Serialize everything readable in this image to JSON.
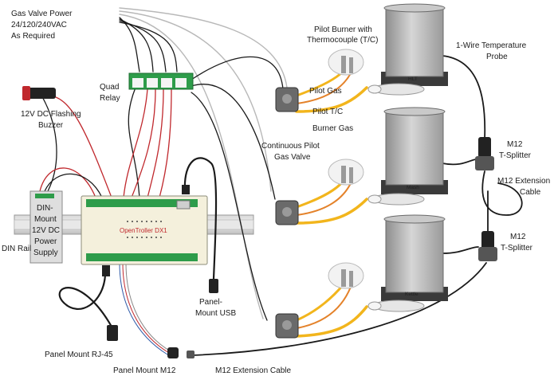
{
  "labels": {
    "gas_valve_power": [
      "Gas Valve Power",
      "24/120/240VAC",
      "As Required"
    ],
    "quad_relay": [
      "Quad",
      "Relay"
    ],
    "buzzer": [
      "12V DC Flashing",
      "Buzzer"
    ],
    "din_supply": [
      "DIN-",
      "Mount",
      "12V DC",
      "Power",
      "Supply"
    ],
    "din_rail": "DIN Rail",
    "controller": "OpenTroller DX1",
    "panel_usb": [
      "Panel-",
      "Mount USB"
    ],
    "panel_rj45": "Panel Mount RJ-45",
    "panel_m12": "Panel Mount M12",
    "m12_ext_bottom": "M12 Extension Cable",
    "pilot_burner": [
      "Pilot Burner with",
      "Thermocouple (T/C)"
    ],
    "pilot_gas": "Pilot Gas",
    "pilot_tc": "Pilot T/C",
    "burner_gas": "Burner Gas",
    "continuous_pilot": [
      "Continuous Pilot",
      "Gas Valve"
    ],
    "temp_probe": [
      "1-Wire Temperature",
      "Probe"
    ],
    "m12_splitter_1": [
      "M12",
      "T-Splitter"
    ],
    "m12_ext_right": [
      "M12 Extension",
      "Cable"
    ],
    "m12_splitter_2": [
      "M12",
      "T-Splitter"
    ],
    "pot_hlt": "HLT",
    "pot_mash": "Mash",
    "pot_kettle": "Kettle"
  },
  "colors": {
    "wire_black": "#1a1a1a",
    "wire_red": "#c0282d",
    "wire_grey": "#b8b8b8",
    "gas_yellow": "#f2b51c",
    "tc_orange": "#e4822a",
    "board_green": "#2e9c4a",
    "board_bg": "#f4f0dc",
    "pot_grey": "#b4b4b4"
  }
}
